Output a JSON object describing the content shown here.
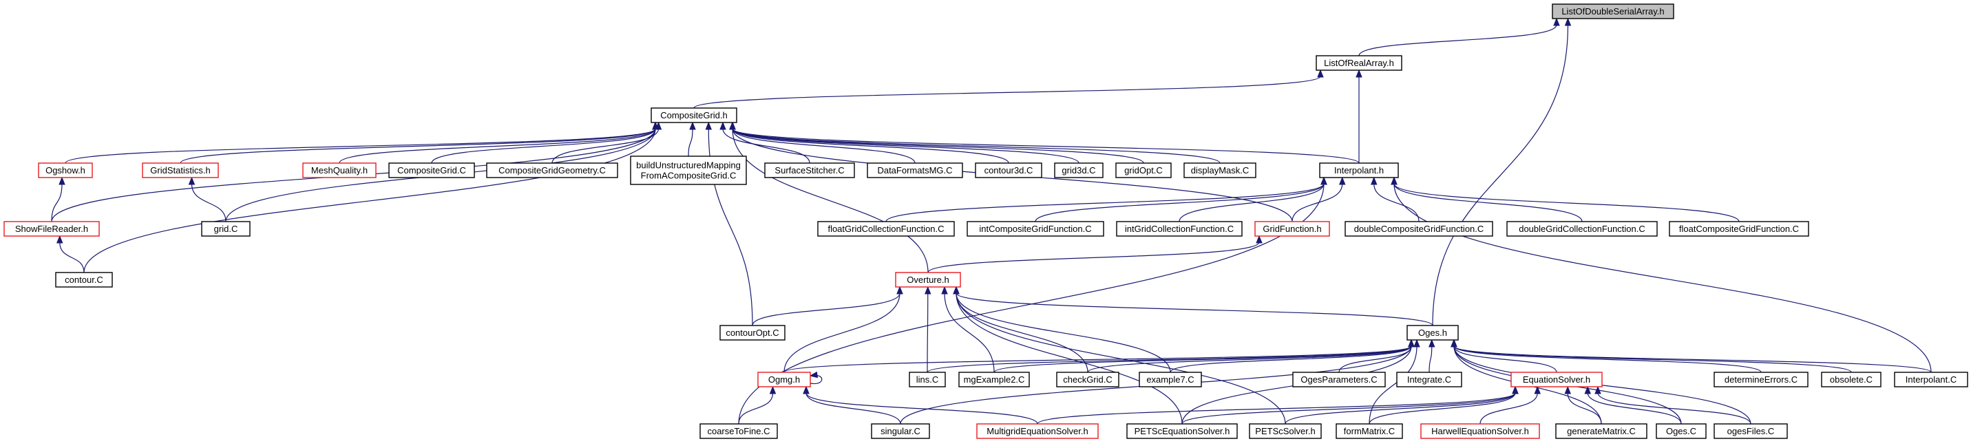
{
  "diagram": {
    "type": "include-dependency-graph",
    "colors": {
      "edge": "#191970",
      "normal_border": "#000000",
      "truncated_border": "#e8191e",
      "root_fill": "#bfbfbf"
    },
    "nodes": [
      {
        "id": "listdouble",
        "lines": [
          "ListOfDoubleSerialArray.h"
        ],
        "style": "root"
      },
      {
        "id": "listreal",
        "lines": [
          "ListOfRealArray.h"
        ],
        "style": "normal"
      },
      {
        "id": "compgridh",
        "lines": [
          "CompositeGrid.h"
        ],
        "style": "normal"
      },
      {
        "id": "ogshow",
        "lines": [
          "Ogshow.h"
        ],
        "style": "red"
      },
      {
        "id": "gridstats",
        "lines": [
          "GridStatistics.h"
        ],
        "style": "red"
      },
      {
        "id": "meshquality",
        "lines": [
          "MeshQuality.h"
        ],
        "style": "red"
      },
      {
        "id": "compgridc",
        "lines": [
          "CompositeGrid.C"
        ],
        "style": "normal"
      },
      {
        "id": "compgridgeom",
        "lines": [
          "CompositeGridGeometry.C"
        ],
        "style": "normal"
      },
      {
        "id": "buildunstruct",
        "lines": [
          "buildUnstructuredMapping",
          "FromACompositeGrid.C"
        ],
        "style": "normal"
      },
      {
        "id": "surfstitch",
        "lines": [
          "SurfaceStitcher.C"
        ],
        "style": "normal"
      },
      {
        "id": "dataformats",
        "lines": [
          "DataFormatsMG.C"
        ],
        "style": "normal"
      },
      {
        "id": "contour3d",
        "lines": [
          "contour3d.C"
        ],
        "style": "normal"
      },
      {
        "id": "grid3d",
        "lines": [
          "grid3d.C"
        ],
        "style": "normal"
      },
      {
        "id": "gridopt",
        "lines": [
          "gridOpt.C"
        ],
        "style": "normal"
      },
      {
        "id": "displaymask",
        "lines": [
          "displayMask.C"
        ],
        "style": "normal"
      },
      {
        "id": "interph",
        "lines": [
          "Interpolant.h"
        ],
        "style": "normal"
      },
      {
        "id": "showfile",
        "lines": [
          "ShowFileReader.h"
        ],
        "style": "red"
      },
      {
        "id": "gridc",
        "lines": [
          "grid.C"
        ],
        "style": "normal"
      },
      {
        "id": "contourc",
        "lines": [
          "contour.C"
        ],
        "style": "normal"
      },
      {
        "id": "floatgridcoll",
        "lines": [
          "floatGridCollectionFunction.C"
        ],
        "style": "normal"
      },
      {
        "id": "intcompgrid",
        "lines": [
          "intCompositeGridFunction.C"
        ],
        "style": "normal"
      },
      {
        "id": "intgridcoll",
        "lines": [
          "intGridCollectionFunction.C"
        ],
        "style": "normal"
      },
      {
        "id": "gridfunc",
        "lines": [
          "GridFunction.h"
        ],
        "style": "red"
      },
      {
        "id": "doublecomp",
        "lines": [
          "doubleCompositeGridFunction.C"
        ],
        "style": "normal"
      },
      {
        "id": "doublegridcoll",
        "lines": [
          "doubleGridCollectionFunction.C"
        ],
        "style": "normal"
      },
      {
        "id": "floatcomp",
        "lines": [
          "floatCompositeGridFunction.C"
        ],
        "style": "normal"
      },
      {
        "id": "overture",
        "lines": [
          "Overture.h"
        ],
        "style": "red"
      },
      {
        "id": "contouropt",
        "lines": [
          "contourOpt.C"
        ],
        "style": "normal"
      },
      {
        "id": "ogesh",
        "lines": [
          "Oges.h"
        ],
        "style": "normal"
      },
      {
        "id": "ogmg",
        "lines": [
          "Ogmg.h"
        ],
        "style": "red"
      },
      {
        "id": "linsc",
        "lines": [
          "lins.C"
        ],
        "style": "normal"
      },
      {
        "id": "mgex2",
        "lines": [
          "mgExample2.C"
        ],
        "style": "normal"
      },
      {
        "id": "checkgrid",
        "lines": [
          "checkGrid.C"
        ],
        "style": "normal"
      },
      {
        "id": "example7",
        "lines": [
          "example7.C"
        ],
        "style": "normal"
      },
      {
        "id": "ogesparams",
        "lines": [
          "OgesParameters.C"
        ],
        "style": "normal"
      },
      {
        "id": "integrate",
        "lines": [
          "Integrate.C"
        ],
        "style": "normal"
      },
      {
        "id": "eqsolver",
        "lines": [
          "EquationSolver.h"
        ],
        "style": "red"
      },
      {
        "id": "determerr",
        "lines": [
          "determineErrors.C"
        ],
        "style": "normal"
      },
      {
        "id": "obsolete",
        "lines": [
          "obsolete.C"
        ],
        "style": "normal"
      },
      {
        "id": "interpc",
        "lines": [
          "Interpolant.C"
        ],
        "style": "normal"
      },
      {
        "id": "coarsetofine",
        "lines": [
          "coarseToFine.C"
        ],
        "style": "normal"
      },
      {
        "id": "singular",
        "lines": [
          "singular.C"
        ],
        "style": "normal"
      },
      {
        "id": "mgsolver",
        "lines": [
          "MultigridEquationSolver.h"
        ],
        "style": "red"
      },
      {
        "id": "petscsolverh",
        "lines": [
          "PETScEquationSolver.h"
        ],
        "style": "normal"
      },
      {
        "id": "petscsolverc",
        "lines": [
          "PETScSolver.h"
        ],
        "style": "normal"
      },
      {
        "id": "formmatrix",
        "lines": [
          "formMatrix.C"
        ],
        "style": "normal"
      },
      {
        "id": "harwell",
        "lines": [
          "HarwellEquationSolver.h"
        ],
        "style": "red"
      },
      {
        "id": "genmatrix",
        "lines": [
          "generateMatrix.C"
        ],
        "style": "normal"
      },
      {
        "id": "ogesc",
        "lines": [
          "Oges.C"
        ],
        "style": "normal"
      },
      {
        "id": "ogesfiles",
        "lines": [
          "ogesFiles.C"
        ],
        "style": "normal"
      }
    ],
    "edges": [
      [
        "listreal",
        "listdouble"
      ],
      [
        "ogesh",
        "listdouble"
      ],
      [
        "compgridh",
        "listreal"
      ],
      [
        "interph",
        "listreal"
      ],
      [
        "ogshow",
        "compgridh"
      ],
      [
        "gridstats",
        "compgridh"
      ],
      [
        "meshquality",
        "compgridh"
      ],
      [
        "compgridc",
        "compgridh"
      ],
      [
        "compgridgeom",
        "compgridh"
      ],
      [
        "buildunstruct",
        "compgridh"
      ],
      [
        "surfstitch",
        "compgridh"
      ],
      [
        "dataformats",
        "compgridh"
      ],
      [
        "contour3d",
        "compgridh"
      ],
      [
        "grid3d",
        "compgridh"
      ],
      [
        "gridopt",
        "compgridh"
      ],
      [
        "displaymask",
        "compgridh"
      ],
      [
        "interph",
        "compgridh"
      ],
      [
        "showfile",
        "compgridh"
      ],
      [
        "gridc",
        "compgridh"
      ],
      [
        "contourc",
        "compgridh"
      ],
      [
        "contouropt",
        "compgridh"
      ],
      [
        "gridfunc",
        "compgridh"
      ],
      [
        "overture",
        "compgridh"
      ],
      [
        "showfile",
        "ogshow"
      ],
      [
        "contourc",
        "showfile"
      ],
      [
        "gridc",
        "gridstats"
      ],
      [
        "floatgridcoll",
        "interph"
      ],
      [
        "intcompgrid",
        "interph"
      ],
      [
        "intgridcoll",
        "interph"
      ],
      [
        "gridfunc",
        "interph"
      ],
      [
        "doublecomp",
        "interph"
      ],
      [
        "doublegridcoll",
        "interph"
      ],
      [
        "floatcomp",
        "interph"
      ],
      [
        "interpc",
        "interph"
      ],
      [
        "coarsetofine",
        "interph"
      ],
      [
        "overture",
        "gridfunc"
      ],
      [
        "ogesh",
        "overture"
      ],
      [
        "ogmg",
        "overture"
      ],
      [
        "linsc",
        "overture"
      ],
      [
        "mgex2",
        "overture"
      ],
      [
        "checkgrid",
        "overture"
      ],
      [
        "example7",
        "overture"
      ],
      [
        "petscsolverh",
        "overture"
      ],
      [
        "petscsolverc",
        "overture"
      ],
      [
        "contouropt",
        "overture"
      ],
      [
        "ogmg",
        "ogesh"
      ],
      [
        "linsc",
        "ogesh"
      ],
      [
        "mgex2",
        "ogesh"
      ],
      [
        "checkgrid",
        "ogesh"
      ],
      [
        "example7",
        "ogesh"
      ],
      [
        "ogesparams",
        "ogesh"
      ],
      [
        "integrate",
        "ogesh"
      ],
      [
        "eqsolver",
        "ogesh"
      ],
      [
        "determerr",
        "ogesh"
      ],
      [
        "obsolete",
        "ogesh"
      ],
      [
        "interpc",
        "ogesh"
      ],
      [
        "singular",
        "ogesh"
      ],
      [
        "petscsolverh",
        "ogesh"
      ],
      [
        "formmatrix",
        "ogesh"
      ],
      [
        "genmatrix",
        "ogesh"
      ],
      [
        "ogesc",
        "ogesh"
      ],
      [
        "ogesfiles",
        "ogesh"
      ],
      [
        "ogmg",
        "ogmg"
      ],
      [
        "coarsetofine",
        "ogmg"
      ],
      [
        "singular",
        "ogmg"
      ],
      [
        "mgsolver",
        "ogmg"
      ],
      [
        "mgsolver",
        "eqsolver"
      ],
      [
        "petscsolverh",
        "eqsolver"
      ],
      [
        "petscsolverc",
        "eqsolver"
      ],
      [
        "formmatrix",
        "eqsolver"
      ],
      [
        "harwell",
        "eqsolver"
      ],
      [
        "genmatrix",
        "eqsolver"
      ],
      [
        "ogesc",
        "eqsolver"
      ],
      [
        "ogesfiles",
        "eqsolver"
      ]
    ]
  }
}
